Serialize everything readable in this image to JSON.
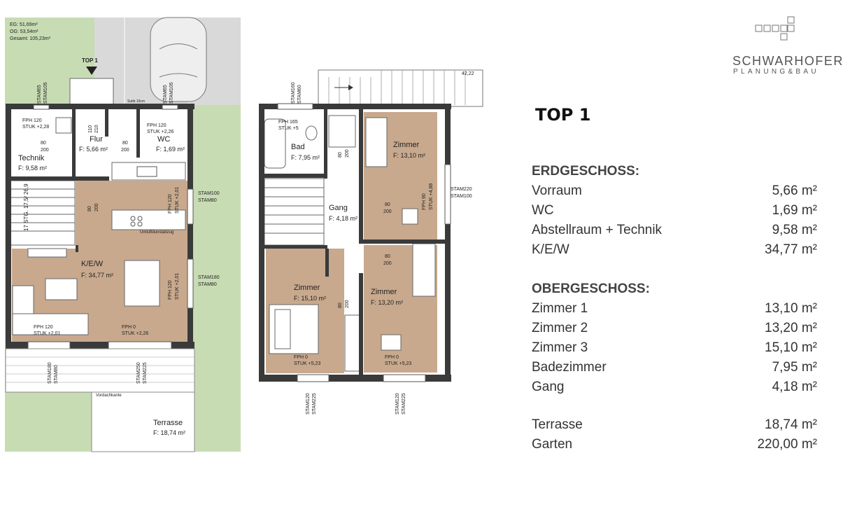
{
  "logo": {
    "name": "SCHWARHOFER",
    "subtitle": "PLANUNG&BAU",
    "icon": "squares-grid-icon"
  },
  "top_title": "TOP 1",
  "erdgeschoss": {
    "heading": "ERDGESCHOSS:",
    "rows": [
      {
        "label": "Vorraum",
        "value": "5,66 m²"
      },
      {
        "label": "WC",
        "value": "1,69 m²"
      },
      {
        "label": "Abstellraum + Technik",
        "value": "9,58 m²"
      },
      {
        "label": "K/E/W",
        "value": "34,77 m²"
      }
    ]
  },
  "obergeschoss": {
    "heading": "OBERGESCHOSS:",
    "rows": [
      {
        "label": "Zimmer 1",
        "value": "13,10 m²"
      },
      {
        "label": "Zimmer 2",
        "value": "13,20 m²"
      },
      {
        "label": "Zimmer 3",
        "value": "15,10 m²"
      },
      {
        "label": "Badezimmer",
        "value": "7,95 m²"
      },
      {
        "label": "Gang",
        "value": "4,18 m²"
      }
    ]
  },
  "outdoor": {
    "rows": [
      {
        "label": "Terrasse",
        "value": "18,74 m²"
      },
      {
        "label": "Garten",
        "value": "220,00 m²"
      }
    ]
  },
  "plan_eg": {
    "area_summary": [
      "EG: 51,69m²",
      "OG: 53,54m²",
      "Gesamt: 105,23m²"
    ],
    "top_marker": "TOP 1",
    "rooms": {
      "flur": {
        "name": "Flur",
        "area": "F: 5,66 m²"
      },
      "wc": {
        "name": "WC",
        "area": "F: 1,69 m²"
      },
      "technik": {
        "name": "Technik",
        "area": "F: 9,58 m²"
      },
      "kew": {
        "name": "K/E/W",
        "area": "F: 34,77 m²"
      },
      "terrasse": {
        "name": "Terrasse",
        "area": "F: 18,74 m²"
      }
    },
    "notes": {
      "stam65_left": "STAM65",
      "stam105": "STAM105",
      "stam65_right": "STAM65",
      "stam105_right": "STAM105",
      "fph_flur": "FPH 120",
      "stuk_flur": "STUK +2,28",
      "fph_wc": "FPH 120",
      "stuk_wc": "STUK +2,26",
      "door_110": "110",
      "door_210": "210",
      "door_80a": "80",
      "door_200a": "200",
      "door_80b": "80",
      "door_200b": "200",
      "door_80c": "80",
      "door_200c": "200",
      "stair": "17 STG. 17,5/ 26,9",
      "fph_kitchen": "FPH 120",
      "stuk_kitchen": "STUK +2,01",
      "stam100": "STAM100",
      "stam80a": "STAM80",
      "stam180": "STAM180",
      "stam80b": "STAM80",
      "umluft": "Umluftdunstabzug",
      "fph_e": "FPH 120",
      "stuk_e": "STUK +2,01",
      "fph_sw": "FPH 120",
      "stuk_sw": "STUK +2,01",
      "fph_0": "FPH 0",
      "stuk_0": "STUK +2,26",
      "stam180b": "STAM180",
      "stam80c": "STAM80",
      "stam250": "STAM250",
      "stam225": "STAM225",
      "vordach": "Vordachkante",
      "slab": "Sutib 16cm"
    }
  },
  "plan_og": {
    "rooms": {
      "bad": {
        "name": "Bad",
        "area": "F: 7,95 m²"
      },
      "zimmer1": {
        "name": "Zimmer",
        "area": "F: 13,10 m²"
      },
      "gang": {
        "name": "Gang",
        "area": "F: 4,18 m²"
      },
      "zimmer3": {
        "name": "Zimmer",
        "area": "F: 15,10 m²"
      },
      "zimmer2": {
        "name": "Zimmer",
        "area": "F: 13,20 m²"
      }
    },
    "notes": {
      "stam160": "STAM160",
      "stam60": "STAM60",
      "elev": "42,22",
      "fph_bad": "FPH 165",
      "stuk_bad": "STUK +5",
      "fph_z1": "FPH 90",
      "stuk_z1": "STUK +4,88",
      "stam220": "STAM220",
      "stam100": "STAM100",
      "fph_z3": "FPH 0",
      "stuk_z3": "STUK +5,23",
      "fph_z2": "FPH 0",
      "stuk_z2": "STUK +5,23",
      "stam120a": "STAM120",
      "stam225a": "STAM225",
      "stam120b": "STAM120",
      "stam225b": "STAM225",
      "d80a": "80",
      "d200a": "200",
      "d80b": "80",
      "d200b": "200",
      "d80c": "80",
      "d200c": "200",
      "d80d": "80",
      "d200d": "200"
    }
  }
}
